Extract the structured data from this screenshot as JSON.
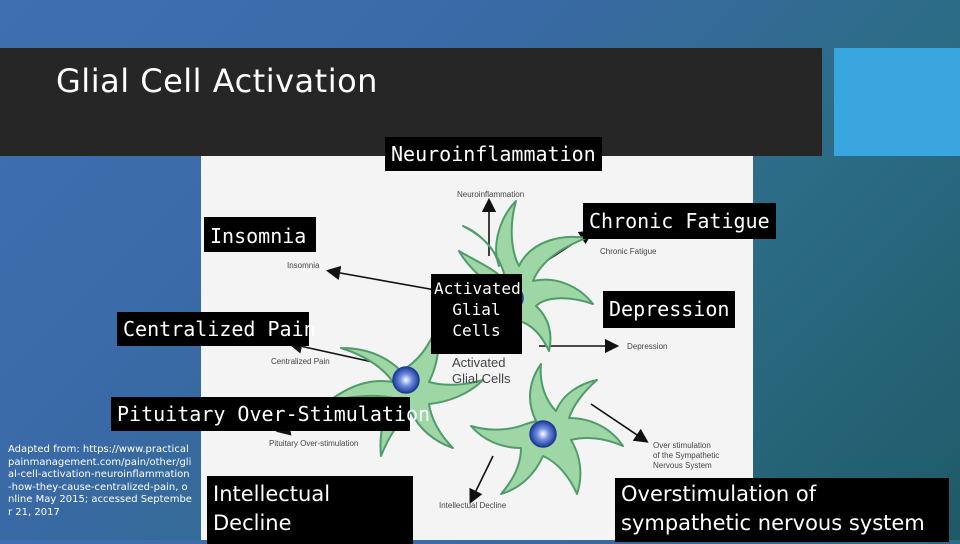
{
  "slide": {
    "title": "Glial Cell Activation",
    "source": "Adapted from: https://www.practicalpainmanagement.com/pain/other/glial-cell-activation-neuroinflammation-how-they-cause-centralized-pain, online May 2015; accessed September 21, 2017"
  },
  "labels": {
    "neuroinflammation": "Neuroinflammation",
    "chronic_fatigue": "Chronic Fatigue",
    "insomnia": "Insomnia",
    "activated_glial_cells": "Activated Glial Cells",
    "depression": "Depression",
    "centralized_pain": "Centralized Pain",
    "pituitary": "Pituitary Over-Stimulation",
    "intellectual_decline": "Intellectual Decline",
    "overstimulation": "Overstimulation of sympathetic nervous system"
  },
  "figure_labels": {
    "neuroinflammation": "Neuroinflammation",
    "chronic_fatigue": "Chronic Fatigue",
    "insomnia": "Insomnia",
    "depression": "Depression",
    "centralized_pain": "Centralized Pain",
    "pituitary": "Pituitary Over-stimulation",
    "intellectual_decline": "Intellectual Decline",
    "overstimulation_line1": "Over stimulation",
    "overstimulation_line2": "of the Sympathetic",
    "overstimulation_line3": "Nervous System",
    "activated_line1": "Activated",
    "activated_line2": "Glial Cells"
  },
  "colors": {
    "title_bar": "#262626",
    "accent": "#3aa6e0",
    "cell_fill": "#9fd6a6",
    "cell_stroke": "#4f9c6a",
    "nucleus": "#2c4da8"
  }
}
